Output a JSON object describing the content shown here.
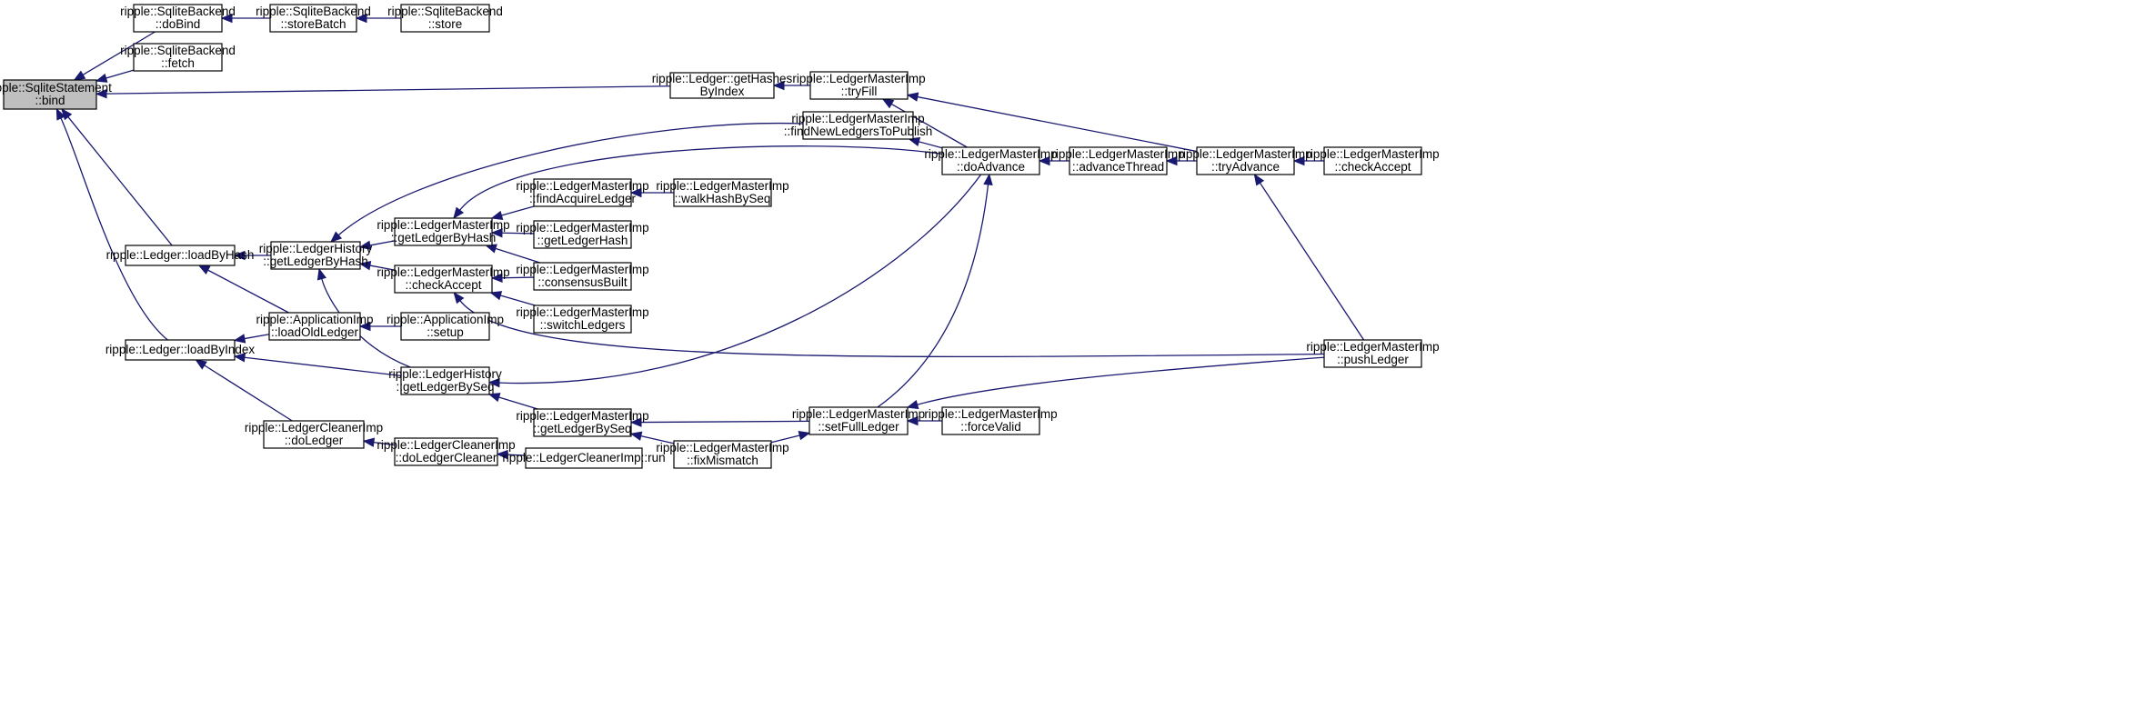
{
  "colors": {
    "edge": "#191970",
    "root_fill": "#bfbfbf",
    "node_fill": "#ffffff",
    "border": "#000000"
  },
  "nodes": [
    {
      "id": "bind",
      "lines": [
        "ripple::SqliteStatement",
        "::bind"
      ],
      "root": true
    },
    {
      "id": "sb_dobind",
      "lines": [
        "ripple::SqliteBackend",
        "::doBind"
      ]
    },
    {
      "id": "sb_storebatch",
      "lines": [
        "ripple::SqliteBackend",
        "::storeBatch"
      ]
    },
    {
      "id": "sb_store",
      "lines": [
        "ripple::SqliteBackend",
        "::store"
      ]
    },
    {
      "id": "sb_fetch",
      "lines": [
        "ripple::SqliteBackend",
        "::fetch"
      ]
    },
    {
      "id": "l_gethashes",
      "lines": [
        "ripple::Ledger::getHashes",
        "ByIndex"
      ]
    },
    {
      "id": "lm_tryfill",
      "lines": [
        "ripple::LedgerMasterImp",
        "::tryFill"
      ]
    },
    {
      "id": "lm_findnew",
      "lines": [
        "ripple::LedgerMasterImp",
        "::findNewLedgersToPublish"
      ]
    },
    {
      "id": "lm_doadvance",
      "lines": [
        "ripple::LedgerMasterImp",
        "::doAdvance"
      ]
    },
    {
      "id": "lm_advthread",
      "lines": [
        "ripple::LedgerMasterImp",
        "::advanceThread"
      ]
    },
    {
      "id": "lm_tryadvance",
      "lines": [
        "ripple::LedgerMasterImp",
        "::tryAdvance"
      ]
    },
    {
      "id": "lm_checkaccept_r",
      "lines": [
        "ripple::LedgerMasterImp",
        "::checkAccept"
      ]
    },
    {
      "id": "l_loadbyhash",
      "lines": [
        "ripple::Ledger::loadByHash"
      ]
    },
    {
      "id": "lh_getbyhash",
      "lines": [
        "ripple::LedgerHistory",
        "::getLedgerByHash"
      ]
    },
    {
      "id": "lm_getbyhash",
      "lines": [
        "ripple::LedgerMasterImp",
        "::getLedgerByHash"
      ]
    },
    {
      "id": "lm_findacquire",
      "lines": [
        "ripple::LedgerMasterImp",
        "::findAcquireLedger"
      ]
    },
    {
      "id": "lm_walkhash",
      "lines": [
        "ripple::LedgerMasterImp",
        "::walkHashBySeq"
      ]
    },
    {
      "id": "lm_getledgerhash",
      "lines": [
        "ripple::LedgerMasterImp",
        "::getLedgerHash"
      ]
    },
    {
      "id": "lm_checkaccept_m",
      "lines": [
        "ripple::LedgerMasterImp",
        "::checkAccept"
      ]
    },
    {
      "id": "lm_consensus",
      "lines": [
        "ripple::LedgerMasterImp",
        "::consensusBuilt"
      ]
    },
    {
      "id": "lm_switch",
      "lines": [
        "ripple::LedgerMasterImp",
        "::switchLedgers"
      ]
    },
    {
      "id": "app_loadold",
      "lines": [
        "ripple::ApplicationImp",
        "::loadOldLedger"
      ]
    },
    {
      "id": "app_setup",
      "lines": [
        "ripple::ApplicationImp",
        "::setup"
      ]
    },
    {
      "id": "l_loadbyindex",
      "lines": [
        "ripple::Ledger::loadByIndex"
      ]
    },
    {
      "id": "lh_getbyseq",
      "lines": [
        "ripple::LedgerHistory",
        "::getLedgerBySeq"
      ]
    },
    {
      "id": "lm_pushledger",
      "lines": [
        "ripple::LedgerMasterImp",
        "::pushLedger"
      ]
    },
    {
      "id": "lm_getbyseq",
      "lines": [
        "ripple::LedgerMasterImp",
        "::getLedgerBySeq"
      ]
    },
    {
      "id": "lm_setfull",
      "lines": [
        "ripple::LedgerMasterImp",
        "::setFullLedger"
      ]
    },
    {
      "id": "lm_forcevalid",
      "lines": [
        "ripple::LedgerMasterImp",
        "::forceValid"
      ]
    },
    {
      "id": "lm_fixmismatch",
      "lines": [
        "ripple::LedgerMasterImp",
        "::fixMismatch"
      ]
    },
    {
      "id": "lc_doledger",
      "lines": [
        "ripple::LedgerCleanerImp",
        "::doLedger"
      ]
    },
    {
      "id": "lc_docleaner",
      "lines": [
        "ripple::LedgerCleanerImp",
        "::doLedgerCleaner"
      ]
    },
    {
      "id": "lc_run",
      "lines": [
        "ripple::LedgerCleanerImp::run"
      ]
    }
  ],
  "edges": [
    {
      "from": "sb_dobind",
      "to": "bind"
    },
    {
      "from": "sb_fetch",
      "to": "bind"
    },
    {
      "from": "l_gethashes",
      "to": "bind"
    },
    {
      "from": "l_loadbyhash",
      "to": "bind"
    },
    {
      "from": "l_loadbyindex",
      "to": "bind"
    },
    {
      "from": "sb_storebatch",
      "to": "sb_dobind"
    },
    {
      "from": "sb_store",
      "to": "sb_storebatch"
    },
    {
      "from": "lm_tryfill",
      "to": "l_gethashes"
    },
    {
      "from": "lm_doadvance",
      "to": "lm_tryfill"
    },
    {
      "from": "lm_tryadvance",
      "to": "lm_tryfill"
    },
    {
      "from": "lm_doadvance",
      "to": "lm_findnew"
    },
    {
      "from": "lm_advthread",
      "to": "lm_doadvance"
    },
    {
      "from": "lm_tryadvance",
      "to": "lm_advthread"
    },
    {
      "from": "lm_checkaccept_r",
      "to": "lm_tryadvance"
    },
    {
      "from": "lm_pushledger",
      "to": "lm_tryadvance"
    },
    {
      "from": "lh_getbyhash",
      "to": "l_loadbyhash"
    },
    {
      "from": "app_loadold",
      "to": "l_loadbyhash"
    },
    {
      "from": "lm_findnew",
      "to": "lh_getbyhash"
    },
    {
      "from": "lm_getbyhash",
      "to": "lh_getbyhash"
    },
    {
      "from": "lm_checkaccept_m",
      "to": "lh_getbyhash"
    },
    {
      "from": "lh_getbyseq",
      "to": "lh_getbyhash"
    },
    {
      "from": "lm_doadvance",
      "to": "lm_getbyhash"
    },
    {
      "from": "lm_findacquire",
      "to": "lm_getbyhash"
    },
    {
      "from": "lm_getledgerhash",
      "to": "lm_getbyhash"
    },
    {
      "from": "lm_consensus",
      "to": "lm_getbyhash"
    },
    {
      "from": "lm_walkhash",
      "to": "lm_findacquire"
    },
    {
      "from": "lm_consensus",
      "to": "lm_checkaccept_m"
    },
    {
      "from": "lm_switch",
      "to": "lm_checkaccept_m"
    },
    {
      "from": "lm_pushledger",
      "to": "lm_checkaccept_m"
    },
    {
      "from": "app_setup",
      "to": "app_loadold"
    },
    {
      "from": "app_loadold",
      "to": "l_loadbyindex"
    },
    {
      "from": "lh_getbyseq",
      "to": "l_loadbyindex"
    },
    {
      "from": "lc_doledger",
      "to": "l_loadbyindex"
    },
    {
      "from": "lm_doadvance",
      "to": "lh_getbyseq"
    },
    {
      "from": "lm_getbyseq",
      "to": "lh_getbyseq"
    },
    {
      "from": "lm_setfull",
      "to": "lm_doadvance"
    },
    {
      "from": "lm_pushledger",
      "to": "lm_setfull"
    },
    {
      "from": "lm_setfull",
      "to": "lm_getbyseq"
    },
    {
      "from": "lm_fixmismatch",
      "to": "lm_getbyseq"
    },
    {
      "from": "lm_forcevalid",
      "to": "lm_setfull"
    },
    {
      "from": "lm_fixmismatch",
      "to": "lm_setfull"
    },
    {
      "from": "lc_docleaner",
      "to": "lc_doledger"
    },
    {
      "from": "lc_run",
      "to": "lc_docleaner"
    }
  ]
}
